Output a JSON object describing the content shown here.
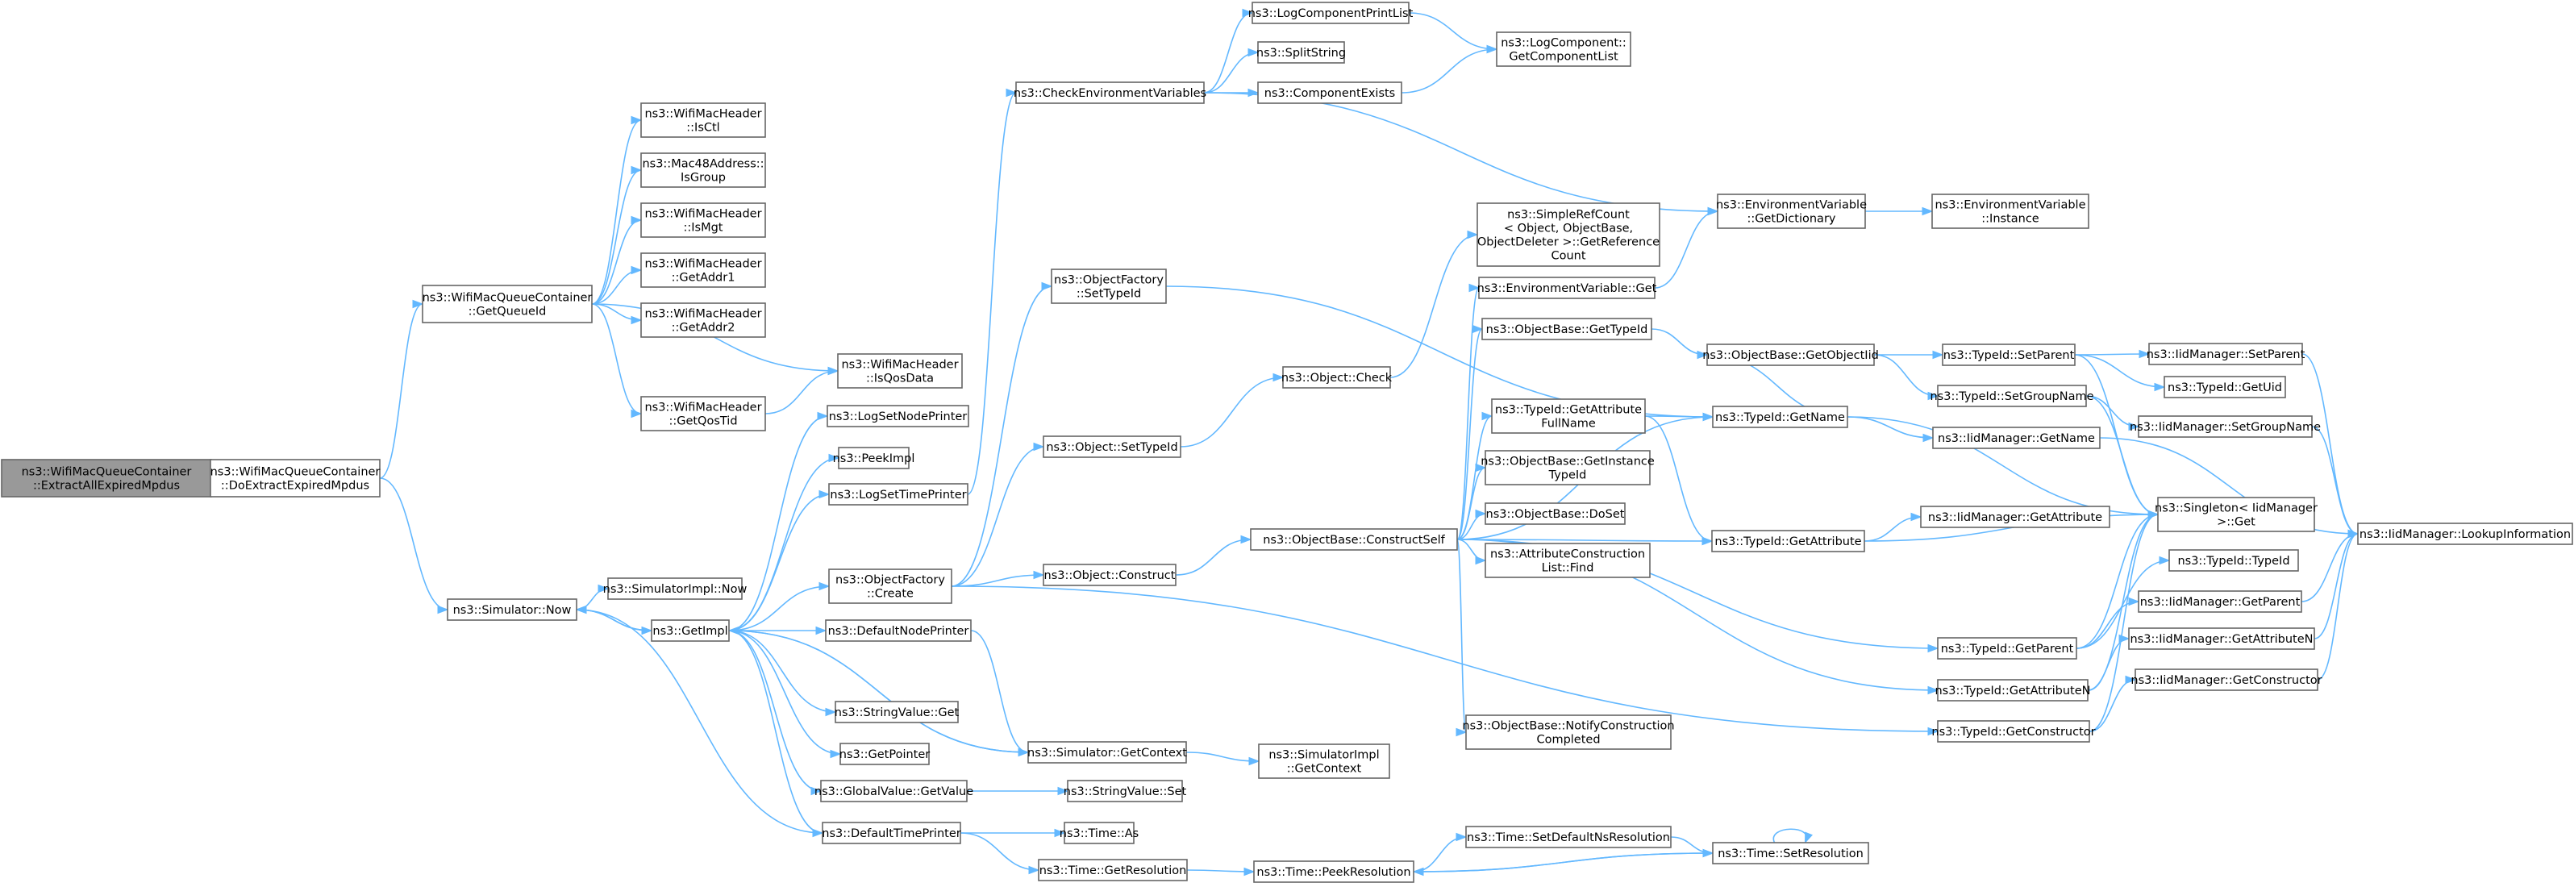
{
  "colors": {
    "edge": "#63b8ff",
    "node_fill": "#ffffff",
    "root_fill": "#999999",
    "border": "#666666"
  },
  "nodes": [
    {
      "id": "n0",
      "lines": [
        "ns3::WifiMacQueueContainer",
        "::ExtractAllExpiredMpdus"
      ],
      "root": true
    },
    {
      "id": "n1",
      "lines": [
        "ns3::WifiMacQueueContainer",
        "::DoExtractExpiredMpdus"
      ]
    },
    {
      "id": "n2",
      "lines": [
        "ns3::WifiMacQueueContainer",
        "::GetQueueId"
      ]
    },
    {
      "id": "n3",
      "lines": [
        "ns3::Simulator::Now"
      ]
    },
    {
      "id": "n4",
      "lines": [
        "ns3::WifiMacHeader",
        "::IsCtl"
      ]
    },
    {
      "id": "n5",
      "lines": [
        "ns3::Mac48Address::",
        "IsGroup"
      ]
    },
    {
      "id": "n6",
      "lines": [
        "ns3::WifiMacHeader",
        "::IsMgt"
      ]
    },
    {
      "id": "n7",
      "lines": [
        "ns3::WifiMacHeader",
        "::GetAddr1"
      ]
    },
    {
      "id": "n8",
      "lines": [
        "ns3::WifiMacHeader",
        "::GetAddr2"
      ]
    },
    {
      "id": "n9",
      "lines": [
        "ns3::WifiMacHeader",
        "::GetQosTid"
      ]
    },
    {
      "id": "n10",
      "lines": [
        "ns3::WifiMacHeader",
        "::IsQosData"
      ]
    },
    {
      "id": "n11",
      "lines": [
        "ns3::SimulatorImpl::Now"
      ]
    },
    {
      "id": "n12",
      "lines": [
        "ns3::GetImpl"
      ]
    },
    {
      "id": "n13",
      "lines": [
        "ns3::LogSetNodePrinter"
      ]
    },
    {
      "id": "n14",
      "lines": [
        "ns3::PeekImpl"
      ]
    },
    {
      "id": "n15",
      "lines": [
        "ns3::LogSetTimePrinter"
      ]
    },
    {
      "id": "n16",
      "lines": [
        "ns3::ObjectFactory",
        "::Create"
      ]
    },
    {
      "id": "n17",
      "lines": [
        "ns3::DefaultNodePrinter"
      ]
    },
    {
      "id": "n18",
      "lines": [
        "ns3::StringValue::Get"
      ]
    },
    {
      "id": "n19",
      "lines": [
        "ns3::GetPointer"
      ]
    },
    {
      "id": "n20",
      "lines": [
        "ns3::GlobalValue::GetValue"
      ]
    },
    {
      "id": "n21",
      "lines": [
        "ns3::DefaultTimePrinter"
      ]
    },
    {
      "id": "n22",
      "lines": [
        "ns3::CheckEnvironmentVariables"
      ]
    },
    {
      "id": "n23",
      "lines": [
        "ns3::ObjectFactory",
        "::SetTypeId"
      ]
    },
    {
      "id": "n24",
      "lines": [
        "ns3::Object::SetTypeId"
      ]
    },
    {
      "id": "n25",
      "lines": [
        "ns3::Object::Construct"
      ]
    },
    {
      "id": "n26",
      "lines": [
        "ns3::Simulator::GetContext"
      ]
    },
    {
      "id": "n27",
      "lines": [
        "ns3::StringValue::Set"
      ]
    },
    {
      "id": "n28",
      "lines": [
        "ns3::Time::As"
      ]
    },
    {
      "id": "n29",
      "lines": [
        "ns3::Time::GetResolution"
      ]
    },
    {
      "id": "n30",
      "lines": [
        "ns3::LogComponentPrintList"
      ]
    },
    {
      "id": "n31",
      "lines": [
        "ns3::SplitString"
      ]
    },
    {
      "id": "n32",
      "lines": [
        "ns3::ComponentExists"
      ]
    },
    {
      "id": "n33",
      "lines": [
        "ns3::Object::Check"
      ]
    },
    {
      "id": "n34",
      "lines": [
        "ns3::ObjectBase::ConstructSelf"
      ]
    },
    {
      "id": "n35",
      "lines": [
        "ns3::SimulatorImpl",
        "::GetContext"
      ]
    },
    {
      "id": "n36",
      "lines": [
        "ns3::Time::PeekResolution"
      ]
    },
    {
      "id": "n37",
      "lines": [
        "ns3::LogComponent::",
        "GetComponentList"
      ]
    },
    {
      "id": "n38",
      "lines": [
        "ns3::SimpleRefCount",
        "< Object, ObjectBase,",
        "ObjectDeleter >::GetReference",
        "Count"
      ]
    },
    {
      "id": "n39",
      "lines": [
        "ns3::EnvironmentVariable::Get"
      ]
    },
    {
      "id": "n40",
      "lines": [
        "ns3::ObjectBase::GetTypeId"
      ]
    },
    {
      "id": "n41",
      "lines": [
        "ns3::TypeId::GetAttribute",
        "FullName"
      ]
    },
    {
      "id": "n42",
      "lines": [
        "ns3::ObjectBase::GetInstance",
        "TypeId"
      ]
    },
    {
      "id": "n43",
      "lines": [
        "ns3::ObjectBase::DoSet"
      ]
    },
    {
      "id": "n44",
      "lines": [
        "ns3::AttributeConstruction",
        "List::Find"
      ]
    },
    {
      "id": "n45",
      "lines": [
        "ns3::ObjectBase::NotifyConstruction",
        "Completed"
      ]
    },
    {
      "id": "n46",
      "lines": [
        "ns3::Time::SetDefaultNsResolution"
      ]
    },
    {
      "id": "n47",
      "lines": [
        "ns3::EnvironmentVariable",
        "::GetDictionary"
      ]
    },
    {
      "id": "n48",
      "lines": [
        "ns3::ObjectBase::GetObjectIid"
      ]
    },
    {
      "id": "n49",
      "lines": [
        "ns3::TypeId::GetName"
      ]
    },
    {
      "id": "n50",
      "lines": [
        "ns3::TypeId::GetAttribute"
      ]
    },
    {
      "id": "n51",
      "lines": [
        "ns3::TypeId::GetParent"
      ]
    },
    {
      "id": "n52",
      "lines": [
        "ns3::TypeId::GetAttributeN"
      ]
    },
    {
      "id": "n53",
      "lines": [
        "ns3::TypeId::GetConstructor"
      ]
    },
    {
      "id": "n54",
      "lines": [
        "ns3::Time::SetResolution"
      ]
    },
    {
      "id": "n55",
      "lines": [
        "ns3::EnvironmentVariable",
        "::Instance"
      ]
    },
    {
      "id": "n56",
      "lines": [
        "ns3::TypeId::SetParent"
      ]
    },
    {
      "id": "n57",
      "lines": [
        "ns3::TypeId::SetGroupName"
      ]
    },
    {
      "id": "n58",
      "lines": [
        "ns3::IidManager::GetName"
      ]
    },
    {
      "id": "n59",
      "lines": [
        "ns3::IidManager::GetAttribute"
      ]
    },
    {
      "id": "n60",
      "lines": [
        "ns3::Singleton< IidManager",
        ">::Get"
      ]
    },
    {
      "id": "n61",
      "lines": [
        "ns3::TypeId::TypeId"
      ]
    },
    {
      "id": "n62",
      "lines": [
        "ns3::IidManager::GetParent"
      ]
    },
    {
      "id": "n63",
      "lines": [
        "ns3::IidManager::GetAttributeN"
      ]
    },
    {
      "id": "n64",
      "lines": [
        "ns3::IidManager::GetConstructor"
      ]
    },
    {
      "id": "n65",
      "lines": [
        "ns3::IidManager::SetParent"
      ]
    },
    {
      "id": "n66",
      "lines": [
        "ns3::TypeId::GetUid"
      ]
    },
    {
      "id": "n67",
      "lines": [
        "ns3::IidManager::SetGroupName"
      ]
    },
    {
      "id": "n68",
      "lines": [
        "ns3::IidManager::LookupInformation"
      ]
    }
  ],
  "edges": [
    [
      "n0",
      "n1"
    ],
    [
      "n1",
      "n2"
    ],
    [
      "n1",
      "n3"
    ],
    [
      "n2",
      "n4"
    ],
    [
      "n2",
      "n5"
    ],
    [
      "n2",
      "n6"
    ],
    [
      "n2",
      "n7"
    ],
    [
      "n2",
      "n8"
    ],
    [
      "n2",
      "n9"
    ],
    [
      "n2",
      "n10"
    ],
    [
      "n9",
      "n10"
    ],
    [
      "n3",
      "n11"
    ],
    [
      "n3",
      "n12"
    ],
    [
      "n12",
      "n13"
    ],
    [
      "n12",
      "n14"
    ],
    [
      "n12",
      "n15"
    ],
    [
      "n12",
      "n16"
    ],
    [
      "n12",
      "n17"
    ],
    [
      "n12",
      "n18"
    ],
    [
      "n12",
      "n19"
    ],
    [
      "n12",
      "n20"
    ],
    [
      "n12",
      "n21"
    ],
    [
      "n12",
      "n26"
    ],
    [
      "n12",
      "n3"
    ],
    [
      "n26",
      "n12"
    ],
    [
      "n15",
      "n22"
    ],
    [
      "n16",
      "n23"
    ],
    [
      "n16",
      "n24"
    ],
    [
      "n16",
      "n25"
    ],
    [
      "n16",
      "n53"
    ],
    [
      "n17",
      "n26"
    ],
    [
      "n20",
      "n27"
    ],
    [
      "n21",
      "n28"
    ],
    [
      "n21",
      "n29"
    ],
    [
      "n21",
      "n3"
    ],
    [
      "n22",
      "n30"
    ],
    [
      "n22",
      "n31"
    ],
    [
      "n22",
      "n32"
    ],
    [
      "n22",
      "n47"
    ],
    [
      "n30",
      "n37"
    ],
    [
      "n32",
      "n37"
    ],
    [
      "n23",
      "n49"
    ],
    [
      "n24",
      "n33"
    ],
    [
      "n25",
      "n34"
    ],
    [
      "n26",
      "n35"
    ],
    [
      "n29",
      "n36"
    ],
    [
      "n33",
      "n38"
    ],
    [
      "n34",
      "n39"
    ],
    [
      "n34",
      "n40"
    ],
    [
      "n34",
      "n41"
    ],
    [
      "n34",
      "n42"
    ],
    [
      "n34",
      "n43"
    ],
    [
      "n34",
      "n44"
    ],
    [
      "n34",
      "n45"
    ],
    [
      "n34",
      "n49"
    ],
    [
      "n34",
      "n50"
    ],
    [
      "n34",
      "n51"
    ],
    [
      "n34",
      "n52"
    ],
    [
      "n36",
      "n46"
    ],
    [
      "n36",
      "n54"
    ],
    [
      "n46",
      "n54"
    ],
    [
      "n54",
      "n36"
    ],
    [
      "n54",
      "n54"
    ],
    [
      "n39",
      "n47"
    ],
    [
      "n40",
      "n48"
    ],
    [
      "n41",
      "n49"
    ],
    [
      "n41",
      "n50"
    ],
    [
      "n47",
      "n55"
    ],
    [
      "n48",
      "n56"
    ],
    [
      "n48",
      "n57"
    ],
    [
      "n48",
      "n49"
    ],
    [
      "n49",
      "n58"
    ],
    [
      "n49",
      "n60"
    ],
    [
      "n50",
      "n59"
    ],
    [
      "n50",
      "n60"
    ],
    [
      "n51",
      "n60"
    ],
    [
      "n51",
      "n61"
    ],
    [
      "n51",
      "n62"
    ],
    [
      "n52",
      "n60"
    ],
    [
      "n52",
      "n63"
    ],
    [
      "n53",
      "n60"
    ],
    [
      "n53",
      "n64"
    ],
    [
      "n56",
      "n60"
    ],
    [
      "n56",
      "n65"
    ],
    [
      "n56",
      "n66"
    ],
    [
      "n57",
      "n60"
    ],
    [
      "n57",
      "n67"
    ],
    [
      "n58",
      "n68"
    ],
    [
      "n62",
      "n68"
    ],
    [
      "n63",
      "n68"
    ],
    [
      "n64",
      "n68"
    ],
    [
      "n65",
      "n68"
    ],
    [
      "n67",
      "n68"
    ]
  ]
}
